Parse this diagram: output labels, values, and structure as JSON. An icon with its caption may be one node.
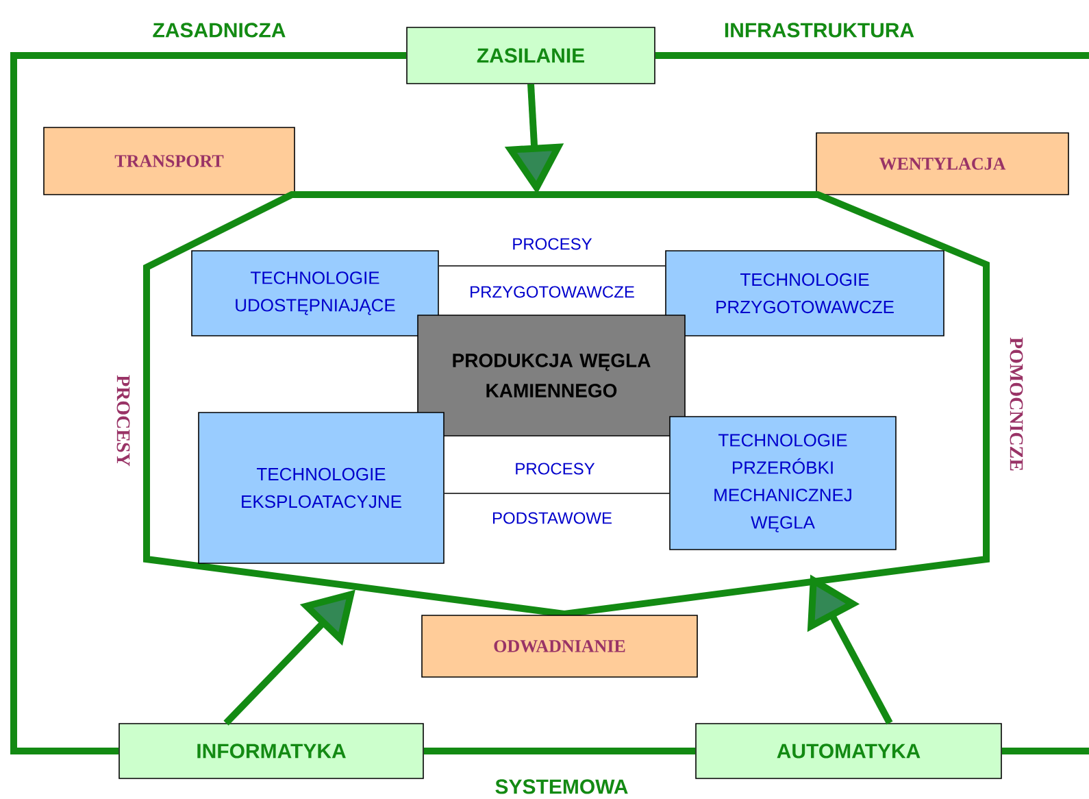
{
  "diagram": {
    "nodes": [
      {
        "text": [
          "ZASILANIE"
        ]
      },
      {
        "text": [
          "TRANSPORT"
        ]
      },
      {
        "text": [
          "WENTYLACJA"
        ]
      },
      {
        "text": [],
        "shape": "hexagon"
      },
      {
        "text": [
          "TECHNOLOGIE UDOSTĘPNIAJĄCE"
        ],
        "in": 3
      },
      {
        "text": [
          "TECHNOLOGIE PRZYGOTOWAWCZE"
        ],
        "in": 3
      },
      {
        "text": [
          "PRODUKCJA WĘGLA KAMIENNEGO"
        ],
        "in": 3
      },
      {
        "text": [
          "TECHNOLOGIE EKSPLOATACYJNE"
        ],
        "in": 3
      },
      {
        "text": [
          "TECHNOLOGIE PRZERÓBKI MECHANICZNEJ WĘGLA"
        ],
        "in": 3
      },
      {
        "text": [
          "ODWADNIANIE"
        ]
      },
      {
        "text": [
          "INFORMATYKA"
        ]
      },
      {
        "text": [
          "AUTOMATYKA"
        ]
      }
    ],
    "edges": [
      {
        "from": 0,
        "to": 3,
        "arrow": "to"
      },
      {
        "from": 10,
        "to": 3,
        "arrow": "to"
      },
      {
        "from": 11,
        "to": 3,
        "arrow": "to"
      },
      {
        "from": 4,
        "to": 5,
        "arrow": "none",
        "color": "#000000"
      },
      {
        "from": 7,
        "to": 8,
        "arrow": "none",
        "color": "#000000"
      },
      {
        "from": 0,
        "to": 10,
        "arrow": "none"
      },
      {
        "from": 10,
        "to": 11,
        "arrow": "none"
      },
      {
        "from": 11,
        "to": null,
        "arrow": "none"
      },
      {
        "from": 0,
        "to": null,
        "arrow": "none"
      }
    ],
    "labels": [
      "ZASADNICZA",
      "INFRASTRUKTURA",
      "PROCESY",
      "PRZYGOTOWAWCZE",
      "PROCESY",
      "POMOCNICZE",
      "PROCESY",
      "PODSTAWOWE",
      "SYSTEMOWA"
    ]
  }
}
